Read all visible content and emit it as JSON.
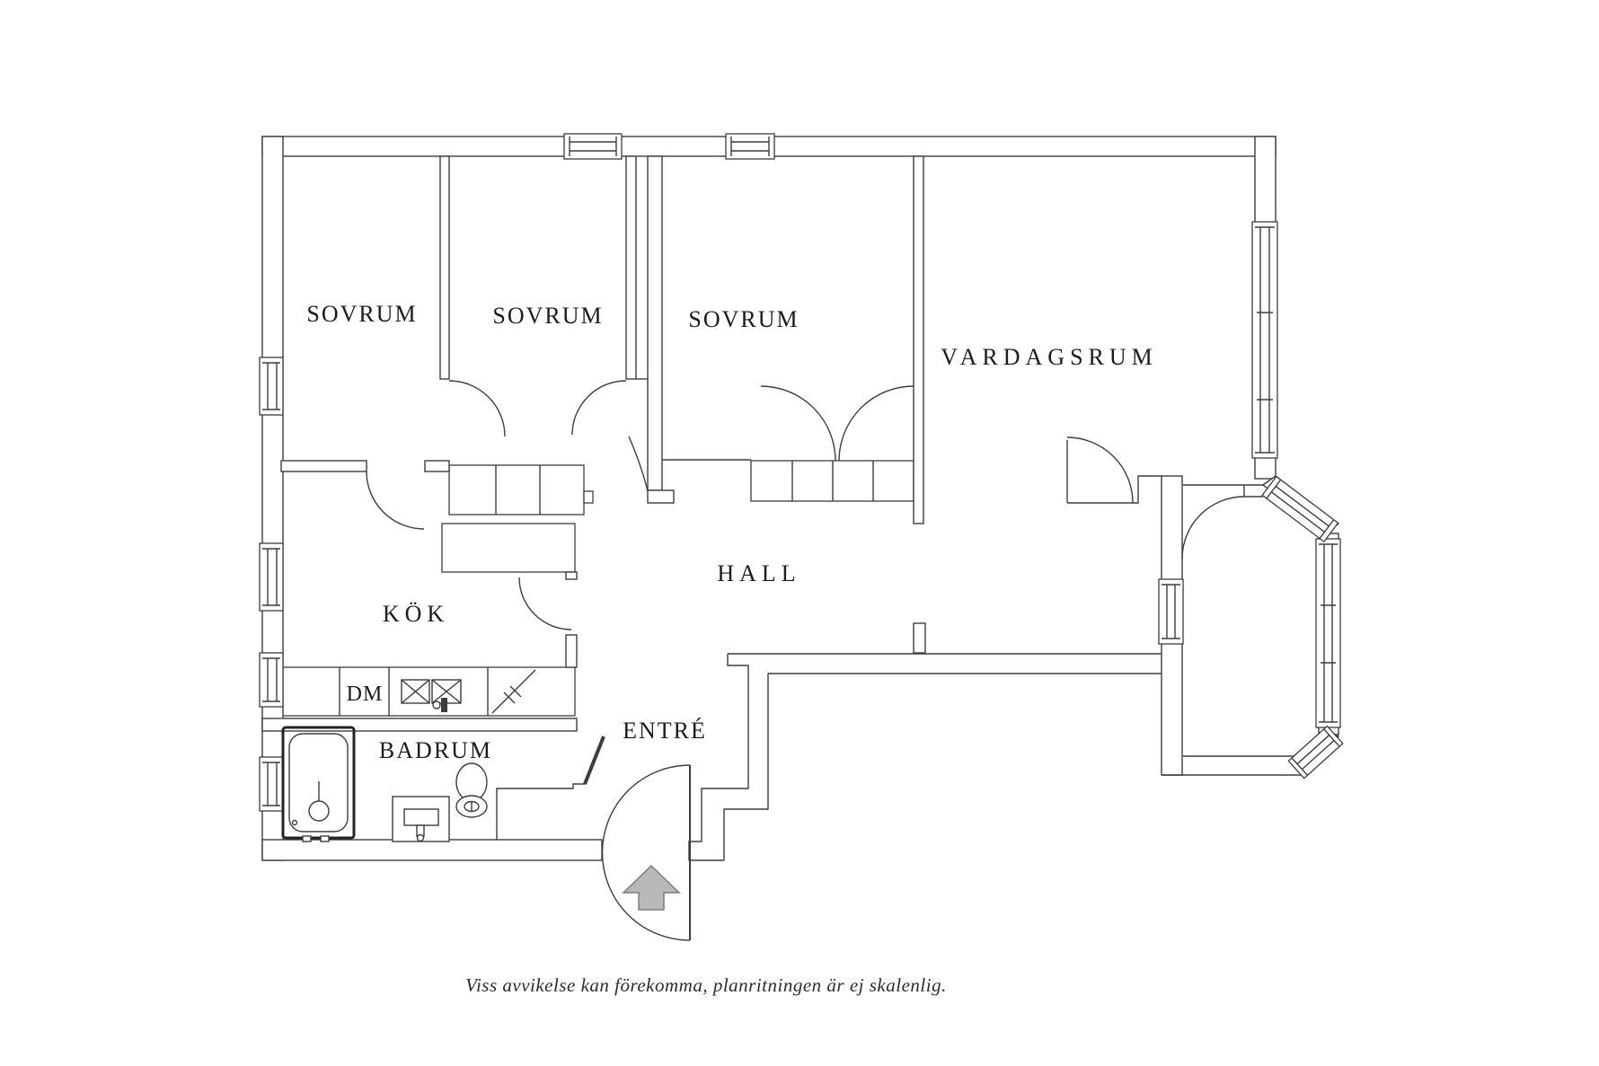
{
  "floorplan": {
    "rooms": [
      {
        "id": "sovrum-1",
        "label": "SOVRUM"
      },
      {
        "id": "sovrum-2",
        "label": "SOVRUM"
      },
      {
        "id": "sovrum-3",
        "label": "SOVRUM"
      },
      {
        "id": "vardagsrum",
        "label": "VARDAGSRUM"
      },
      {
        "id": "hall",
        "label": "HALL"
      },
      {
        "id": "kok",
        "label": "KÖK"
      },
      {
        "id": "badrum",
        "label": "BADRUM"
      },
      {
        "id": "entre",
        "label": "ENTRÉ"
      }
    ],
    "kitchen": {
      "dishwasher_label": "DM"
    },
    "caption": "Viss avvikelse kan förekomma, planritningen är ej skalenlig.",
    "icons": {
      "entrance_arrow": "arrow-up",
      "bathtub": "bathtub",
      "toilet": "toilet",
      "washbasin": "washbasin",
      "sink": "double-sink",
      "fridge": "fridge-symbol"
    },
    "colors": {
      "line": "#3d3d3d",
      "label": "#1c1c1c",
      "arrow_fill": "#b9b9b9",
      "arrow_stroke": "#7d7d7d"
    }
  }
}
